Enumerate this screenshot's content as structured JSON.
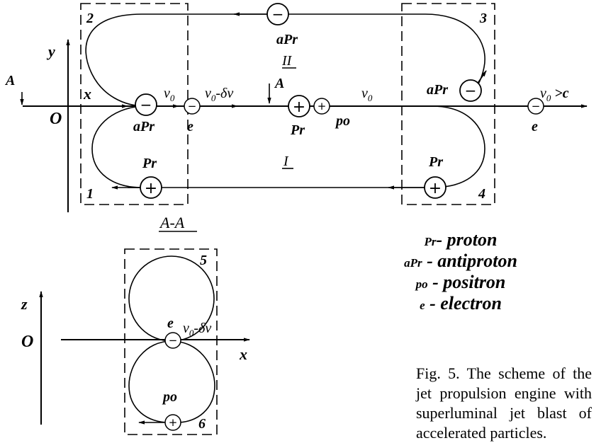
{
  "labels": {
    "block_2": "2",
    "block_3": "3",
    "block_1": "1",
    "block_4": "4",
    "block_5": "5",
    "block_6": "6",
    "axis_y": "y",
    "axis_x": "x",
    "origin": "O",
    "section_mark": "A",
    "axis_z": "z",
    "origin_2": "O",
    "axis_x2": "x",
    "v0": "v",
    "v0_sub": "0",
    "v0_minus": "v",
    "v0_minus_sub": "0",
    "v0_minus_rest": "-δv",
    "v0_gt_c": "v",
    "v0_gt_c_sub": "0",
    "v0_gt_c_rest": " >c",
    "v0_minus_2": "v",
    "v0_minus_2_sub": "0",
    "v0_minus_2_rest": "-δv",
    "channel_ii": "II",
    "channel_i": "I",
    "section_title": "A-A",
    "particle_aPr": "aPr",
    "particle_Pr": "Pr",
    "particle_e": "e",
    "particle_po": "po",
    "sign_minus": "−",
    "sign_plus": "+"
  },
  "legend": [
    {
      "symbol": "Pr",
      "name": "- proton"
    },
    {
      "symbol": "aPr",
      "name": " - antiproton"
    },
    {
      "symbol": "po",
      "name": " - positron"
    },
    {
      "symbol": "e",
      "name": " - electron"
    }
  ],
  "caption": "Fig. 5. The scheme of the jet propulsion engine with superluminal jet blast of accelerated particles."
}
